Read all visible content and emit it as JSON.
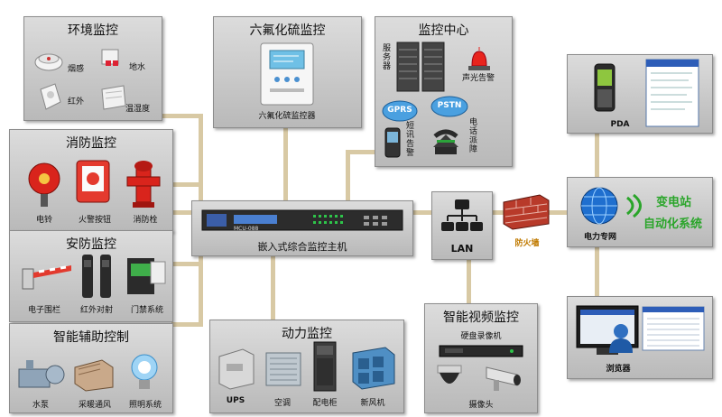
{
  "env": {
    "title": "环境监控",
    "items": [
      "烟感",
      "地水",
      "红外",
      "温湿度"
    ]
  },
  "sf6": {
    "title": "六氟化硫监控",
    "device": "六氟化硫监控器"
  },
  "center": {
    "title": "监控中心",
    "server": "服务器",
    "alarm": "声光告警",
    "gprs": "GPRS",
    "pstn": "PSTN",
    "sms": "短讯告警",
    "phone": "电话派障"
  },
  "pda": {
    "label": "PDA"
  },
  "fire": {
    "title": "消防监控",
    "items": [
      "电铃",
      "火警按钮",
      "消防栓"
    ]
  },
  "security": {
    "title": "安防监控",
    "items": [
      "电子围栏",
      "红外对射",
      "门禁系统"
    ]
  },
  "aux": {
    "title": "智能辅助控制",
    "items": [
      "水泵",
      "采暖通风",
      "照明系统"
    ]
  },
  "host": {
    "label": "嵌入式综合监控主机",
    "brand": "MCU-088"
  },
  "lan": {
    "label": "LAN"
  },
  "firewall": {
    "label": "防火墙"
  },
  "grid": {
    "label": "电力专网",
    "system_line1": "变电站",
    "system_line2": "自动化系统"
  },
  "power": {
    "title": "动力监控",
    "items": [
      "UPS",
      "空调",
      "配电柜",
      "新风机"
    ]
  },
  "video": {
    "title": "智能视频监控",
    "recorder": "硬盘录像机",
    "camera": "摄像头"
  },
  "browser": {
    "label": "浏览器"
  },
  "colors": {
    "panel_top": "#dcdcdc",
    "panel_bottom": "#b9b9b9",
    "wire": "#d8c9a4",
    "system_text": "#2aa52a",
    "firewall_text": "#c07a00"
  }
}
